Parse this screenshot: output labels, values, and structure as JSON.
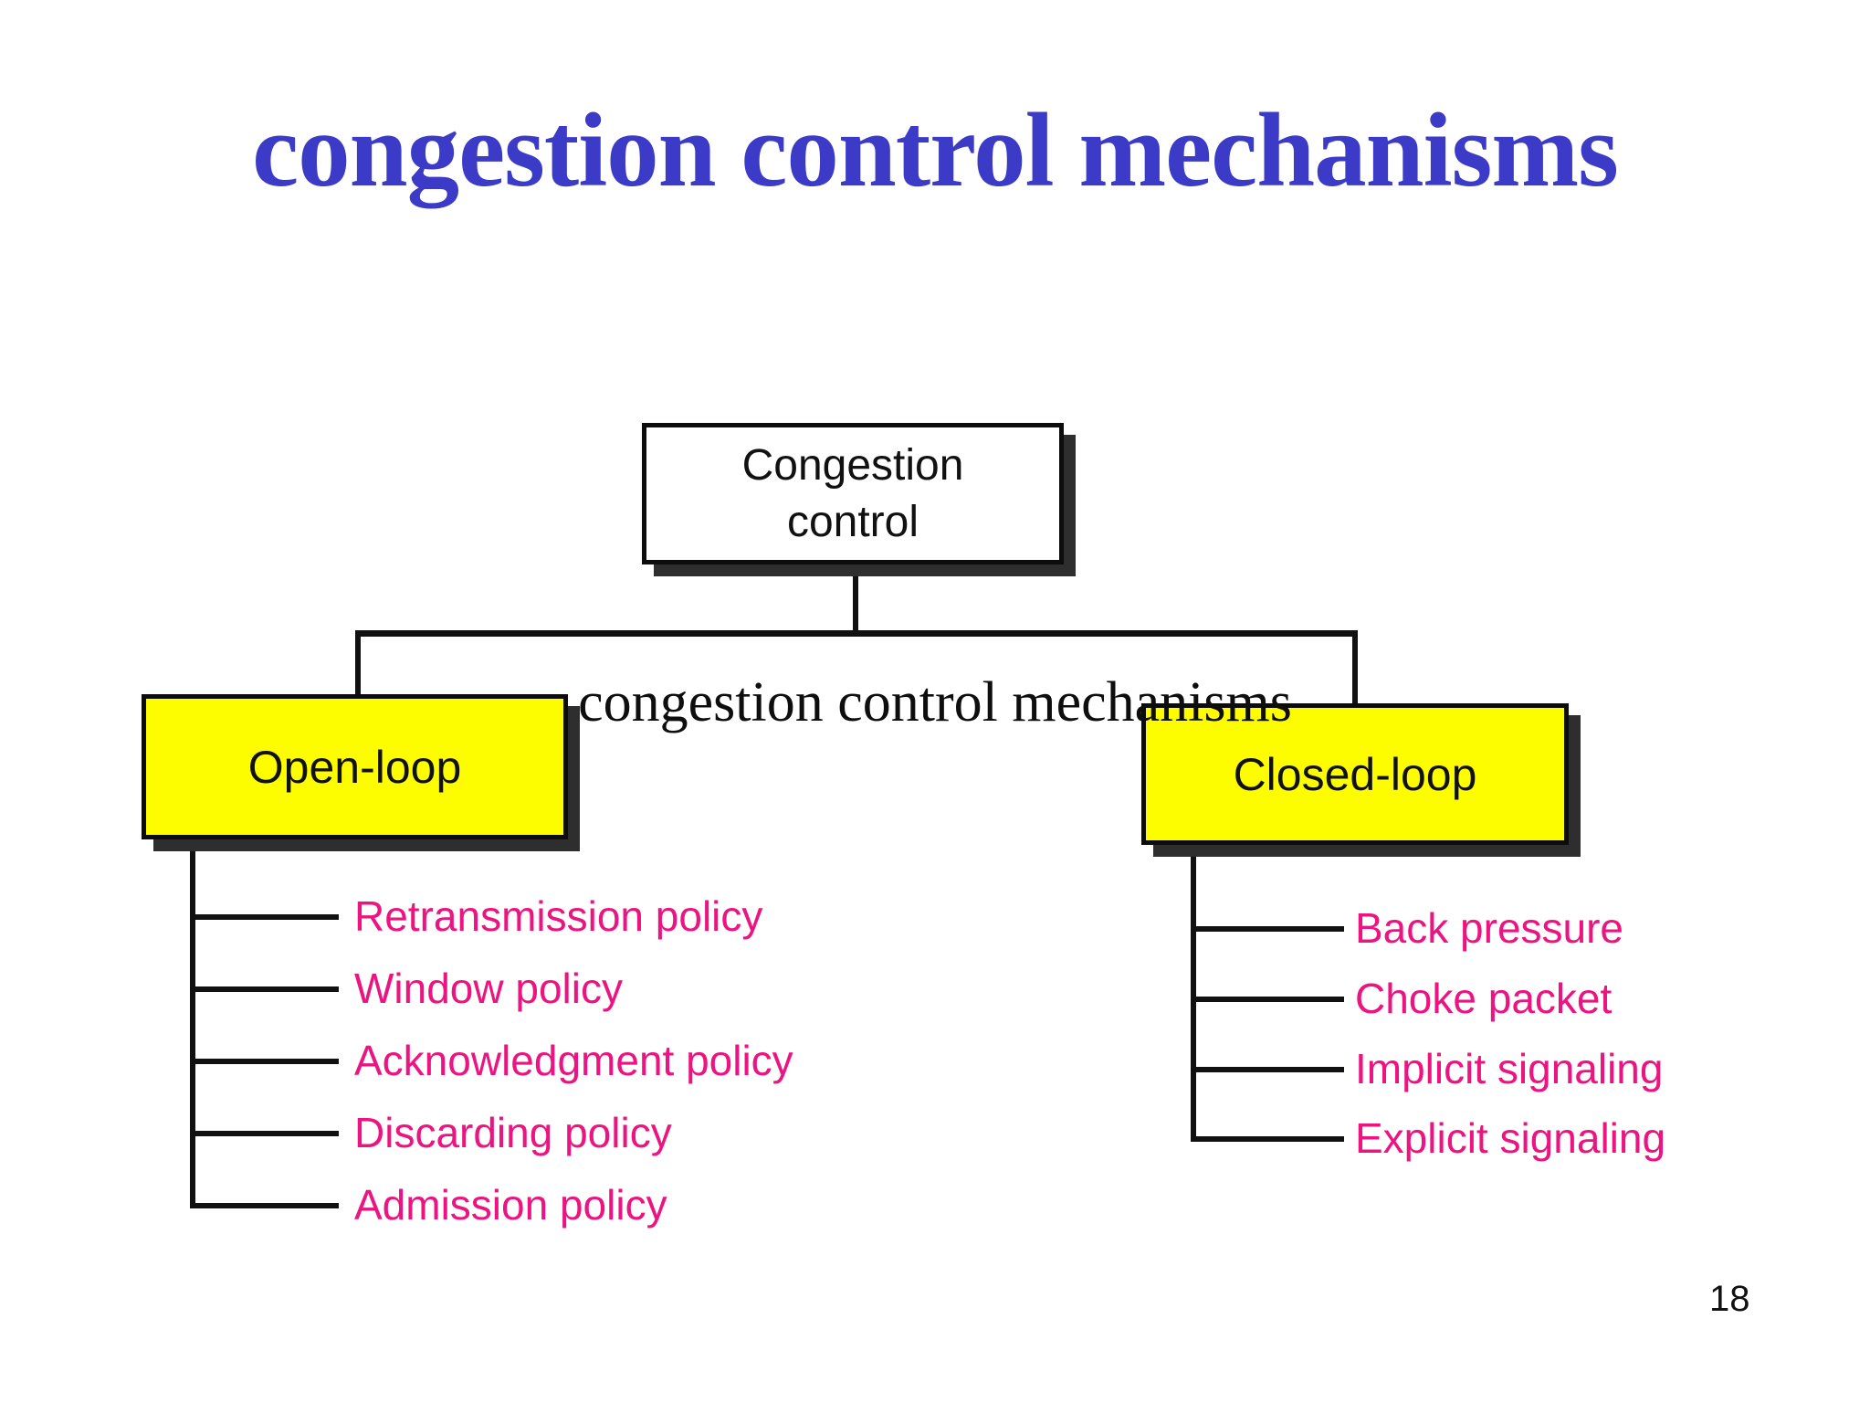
{
  "slide": {
    "title": "congestion control mechanisms",
    "caption": "congestion control mechanisms",
    "page_number": "18"
  },
  "tree": {
    "root": {
      "lines": [
        "Congestion",
        "control"
      ]
    },
    "open_loop": {
      "label": "Open-loop",
      "items": [
        "Retransmission policy",
        "Window policy",
        "Acknowledgment policy",
        "Discarding policy",
        "Admission policy"
      ]
    },
    "closed_loop": {
      "label": "Closed-loop",
      "items": [
        "Back pressure",
        "Choke packet",
        "Implicit signaling",
        "Explicit signaling"
      ]
    }
  },
  "colors": {
    "title_blue": "#3b3bc8",
    "item_pink": "#ec1480",
    "node_yellow": "#fdfd00",
    "line_black": "#111111",
    "shadow_gray": "#2e2e2e"
  }
}
